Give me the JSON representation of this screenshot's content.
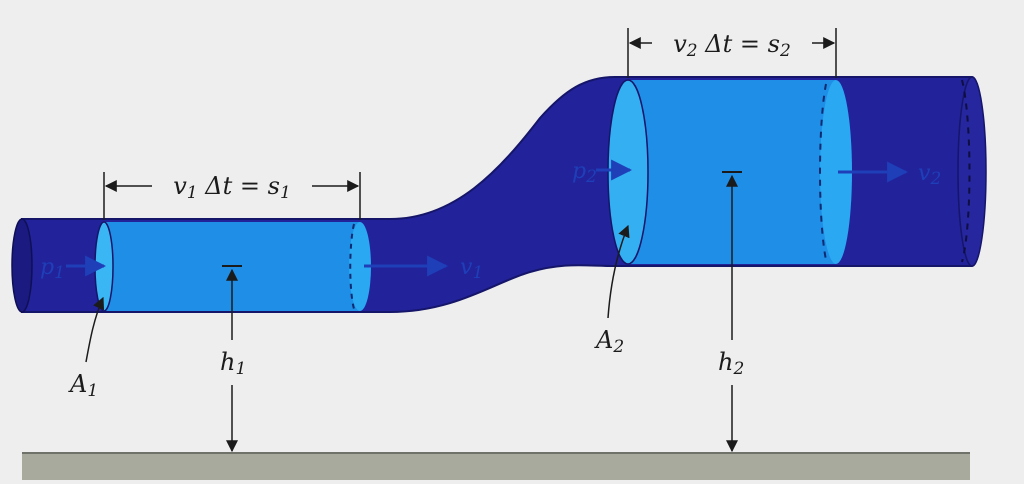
{
  "colors": {
    "background": "#eeeeee",
    "pipe": "#22229a",
    "pipe_edge": "#15156a",
    "fluid": "#1e8ee6",
    "fluid_end": "#2aa8f2",
    "ground": "#a7aa9d",
    "ink": "#1b1b1b"
  },
  "labels": {
    "s1_dim": {
      "v": "v",
      "v_sub": "1",
      "dt": " Δt = ",
      "s": "s",
      "s_sub": "1"
    },
    "s2_dim": {
      "v": "v",
      "v_sub": "2",
      "dt": " Δt = ",
      "s": "s",
      "s_sub": "2"
    },
    "p1": {
      "main": "p",
      "sub": "1"
    },
    "p2": {
      "main": "p",
      "sub": "2"
    },
    "v1": {
      "main": "v",
      "sub": "1"
    },
    "v2": {
      "main": "v",
      "sub": "2"
    },
    "A1": {
      "main": "A",
      "sub": "1"
    },
    "A2": {
      "main": "A",
      "sub": "2"
    },
    "h1": {
      "main": "h",
      "sub": "1"
    },
    "h2": {
      "main": "h",
      "sub": "2"
    }
  }
}
